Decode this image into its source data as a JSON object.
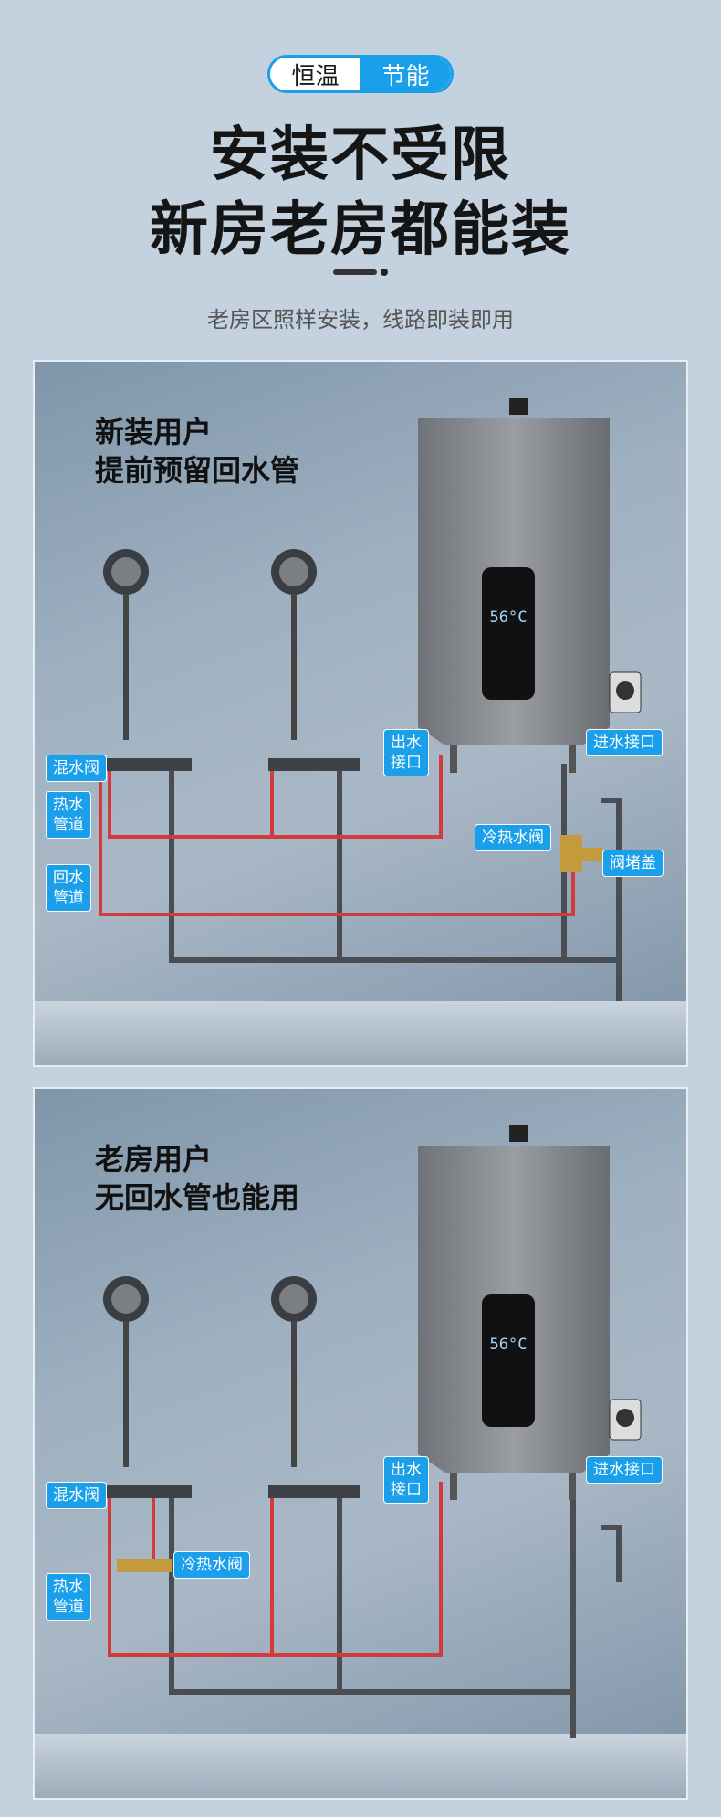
{
  "header": {
    "pill_left": "恒温",
    "pill_right": "节能",
    "title_line1": "安装不受限",
    "title_line2": "新房老房都能装",
    "subtitle": "老房区照样安装，线路即装即用"
  },
  "panel_new": {
    "title_line1": "新装用户",
    "title_line2": "提前预留回水管",
    "display_temp": "56°C",
    "labels": {
      "mix_valve": "混水阀",
      "hot_pipe": "热水\n管道",
      "return_pipe": "回水\n管道",
      "outlet": "出水\n接口",
      "inlet": "进水接口",
      "cold_hot_valve": "冷热水阀",
      "valve_cap": "阀堵盖"
    }
  },
  "panel_old": {
    "title_line1": "老房用户",
    "title_line2": "无回水管也能用",
    "display_temp": "56°C",
    "labels": {
      "mix_valve": "混水阀",
      "hot_pipe": "热水\n管道",
      "outlet": "出水\n接口",
      "inlet": "进水接口",
      "cold_hot_valve": "冷热水阀"
    }
  },
  "colors": {
    "accent": "#1aa0ea",
    "hot_pipe": "#d23b3b",
    "background": "#c4d2df"
  }
}
